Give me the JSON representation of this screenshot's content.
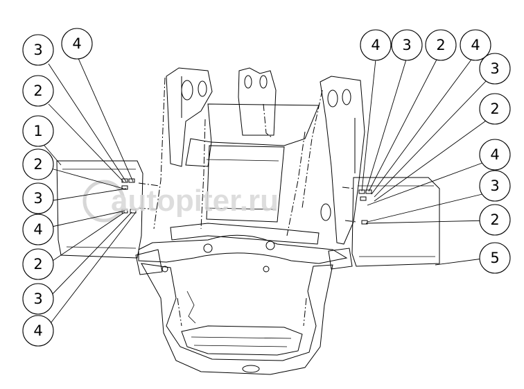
{
  "watermark": {
    "text": "autopiter.ru",
    "color": "#d8d8d8"
  },
  "callouts_left": [
    {
      "id": "l1",
      "label": "3"
    },
    {
      "id": "l2",
      "label": "4"
    },
    {
      "id": "l3",
      "label": "2"
    },
    {
      "id": "l4",
      "label": "1"
    },
    {
      "id": "l5",
      "label": "2"
    },
    {
      "id": "l6",
      "label": "3"
    },
    {
      "id": "l7",
      "label": "4"
    },
    {
      "id": "l8",
      "label": "2"
    },
    {
      "id": "l9",
      "label": "3"
    },
    {
      "id": "l10",
      "label": "4"
    }
  ],
  "callouts_right": [
    {
      "id": "r1",
      "label": "4"
    },
    {
      "id": "r2",
      "label": "3"
    },
    {
      "id": "r3",
      "label": "2"
    },
    {
      "id": "r4",
      "label": "4"
    },
    {
      "id": "r5",
      "label": "3"
    },
    {
      "id": "r6",
      "label": "2"
    },
    {
      "id": "r7",
      "label": "4"
    },
    {
      "id": "r8",
      "label": "3"
    },
    {
      "id": "r9",
      "label": "2"
    },
    {
      "id": "r10",
      "label": "5"
    }
  ]
}
